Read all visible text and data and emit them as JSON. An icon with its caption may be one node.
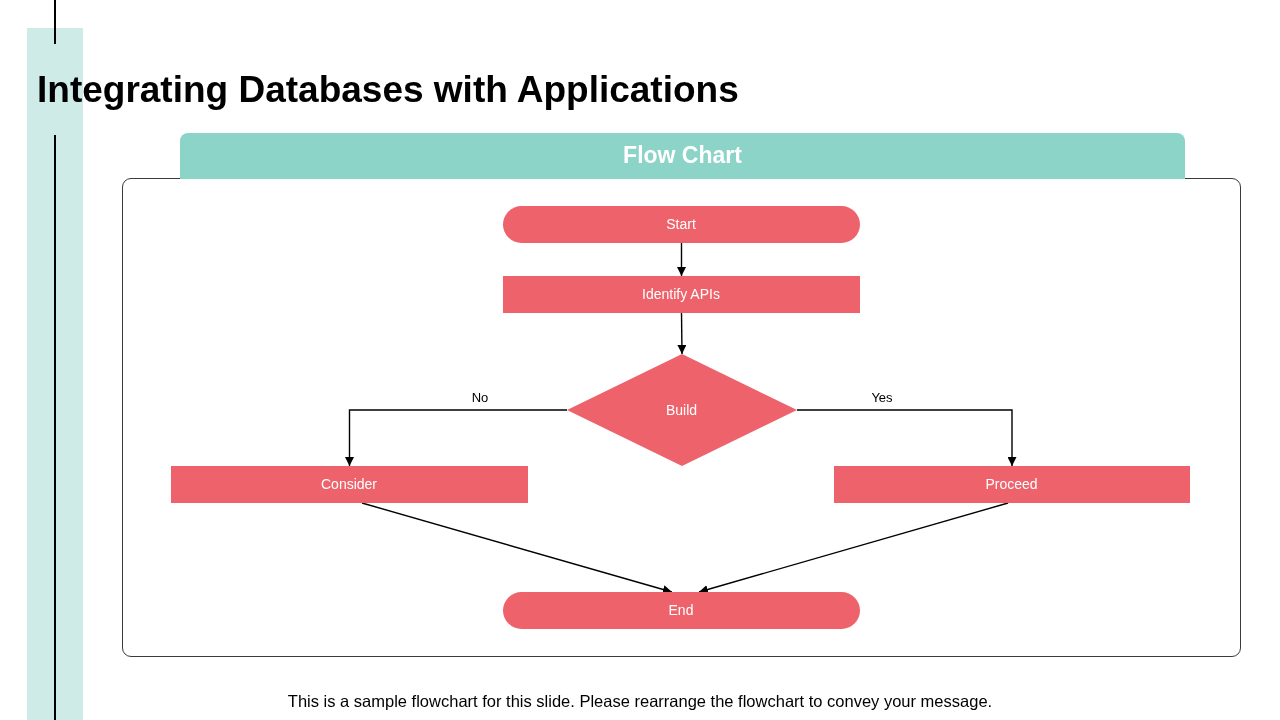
{
  "diagram": {
    "title": "Integrating Databases with Applications",
    "caption": "This is a sample flowchart for this slide. Please rearrange the flowchart to convey your message.",
    "nodes": [
      {
        "text": [
          "Flow Chart"
        ]
      },
      {
        "text": [
          "Start"
        ],
        "in": 0
      },
      {
        "text": [
          "Identify APIs"
        ],
        "in": 0
      },
      {
        "text": [
          "Build"
        ],
        "in": 0
      },
      {
        "text": [
          "Consider"
        ],
        "in": 0
      },
      {
        "text": [
          "Proceed"
        ],
        "in": 0
      },
      {
        "text": [
          "End"
        ],
        "in": 0
      }
    ],
    "edges": [
      {
        "from": 1,
        "to": 2,
        "arrow": "to"
      },
      {
        "from": 2,
        "to": 3,
        "arrow": "to"
      },
      {
        "from": 3,
        "to": 4,
        "arrow": "to",
        "label": "No"
      },
      {
        "from": 3,
        "to": 5,
        "arrow": "to",
        "label": "Yes"
      },
      {
        "from": 4,
        "to": 6,
        "arrow": "to"
      },
      {
        "from": 5,
        "to": 6,
        "arrow": "to"
      }
    ]
  }
}
